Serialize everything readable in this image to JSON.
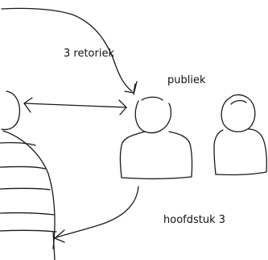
{
  "labels": {
    "rhetoric": "3 retoriek",
    "audience": "publiek",
    "chapter": "hoofdstuk 3"
  }
}
